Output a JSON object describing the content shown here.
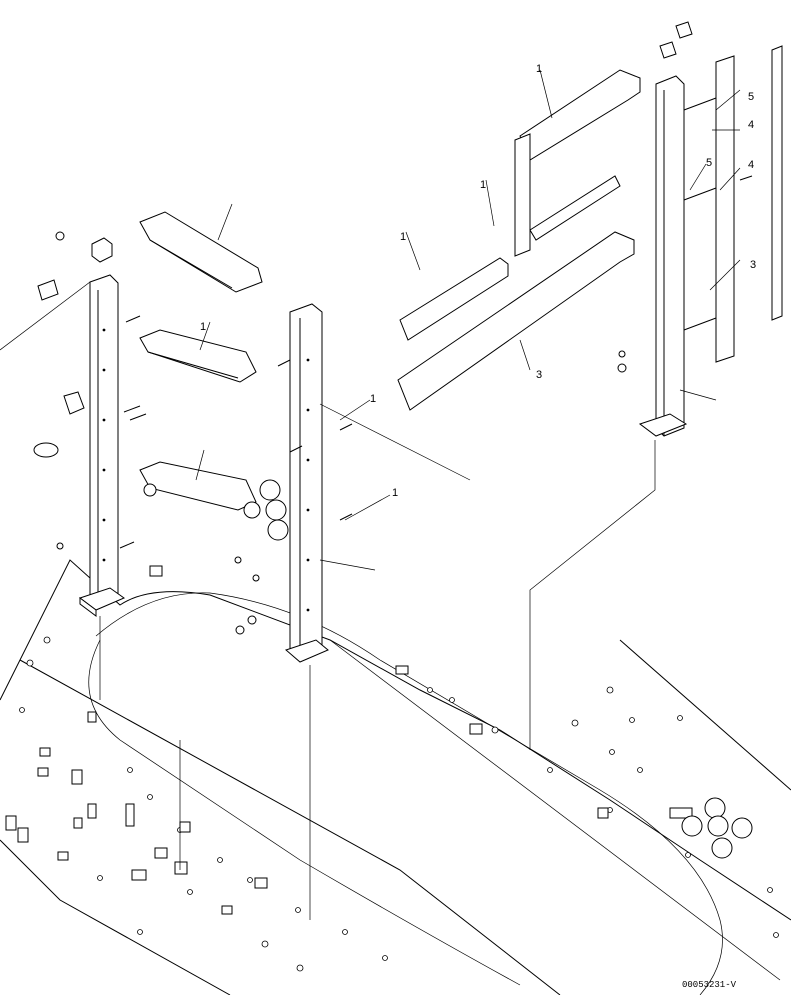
{
  "drawing_code": "00053231-V",
  "callouts": {
    "c1": "1",
    "c2": "1",
    "c3": "1",
    "c4": "1",
    "c5": "5",
    "c6": "4",
    "c7": "5",
    "c8": "4",
    "c9": "3",
    "c10": "3",
    "c11": "1",
    "c12": "1"
  }
}
